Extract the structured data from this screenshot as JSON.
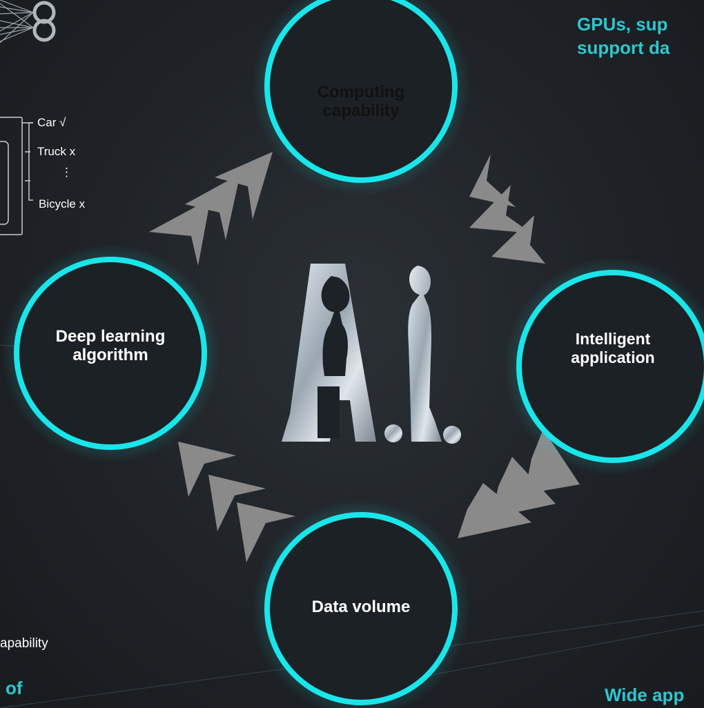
{
  "nodes": {
    "top": "Computing capability",
    "right": "Intelligent application",
    "bottom": "Data volume",
    "left": "Deep learning algorithm"
  },
  "center_logo": "A.I.",
  "classifier": {
    "outputs": [
      "Car √",
      "Truck x",
      "⋮",
      "Bicycle x"
    ]
  },
  "fragments": {
    "top_right_line1": "GPUs, sup",
    "top_right_line2": "support da",
    "bottom_left_capability": "apability",
    "bottom_left_of": "of",
    "bottom_right_wide": "Wide app"
  },
  "colors": {
    "ring": "#19e6ea",
    "ring_fill": "#f2f2f2",
    "accent_text": "#2fc6cf",
    "arrow": "#8a8a8a"
  }
}
